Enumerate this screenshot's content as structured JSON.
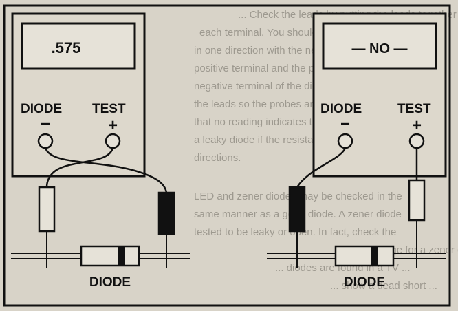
{
  "meter_left": {
    "display": ".575",
    "label_diode": "DIODE",
    "label_test": "TEST",
    "minus": "−",
    "plus": "+"
  },
  "meter_right": {
    "display": "— NO —",
    "label_diode": "DIODE",
    "label_test": "TEST",
    "minus": "−",
    "plus": "+"
  },
  "diode_left_label": "DIODE",
  "diode_right_label": "DIODE",
  "background_text": [
    "... Check the leads by putting the leads together",
    "each terminal. You should see a low reading",
    "in one direction with the negative (black) probe",
    "positive terminal and the positive (red) probe on",
    "negative terminal of the diode. Then reverse",
    "the leads so the probes are reversed. A higher reading",
    "that no reading indicates the diode is good and",
    "a leaky diode if the resistance is low in both",
    "directions.",
    "LED and zener diodes may be checked in the",
    "same manner as a good diode. A zener diode",
    "tested to be leaky or open. In fact, check the",
    "... voltage for a zener diode ...",
    "... diodes are found in a TV ...",
    "... show a dead short ..."
  ],
  "colors": {
    "paper": "#d8d3c8",
    "ink": "#111111"
  }
}
